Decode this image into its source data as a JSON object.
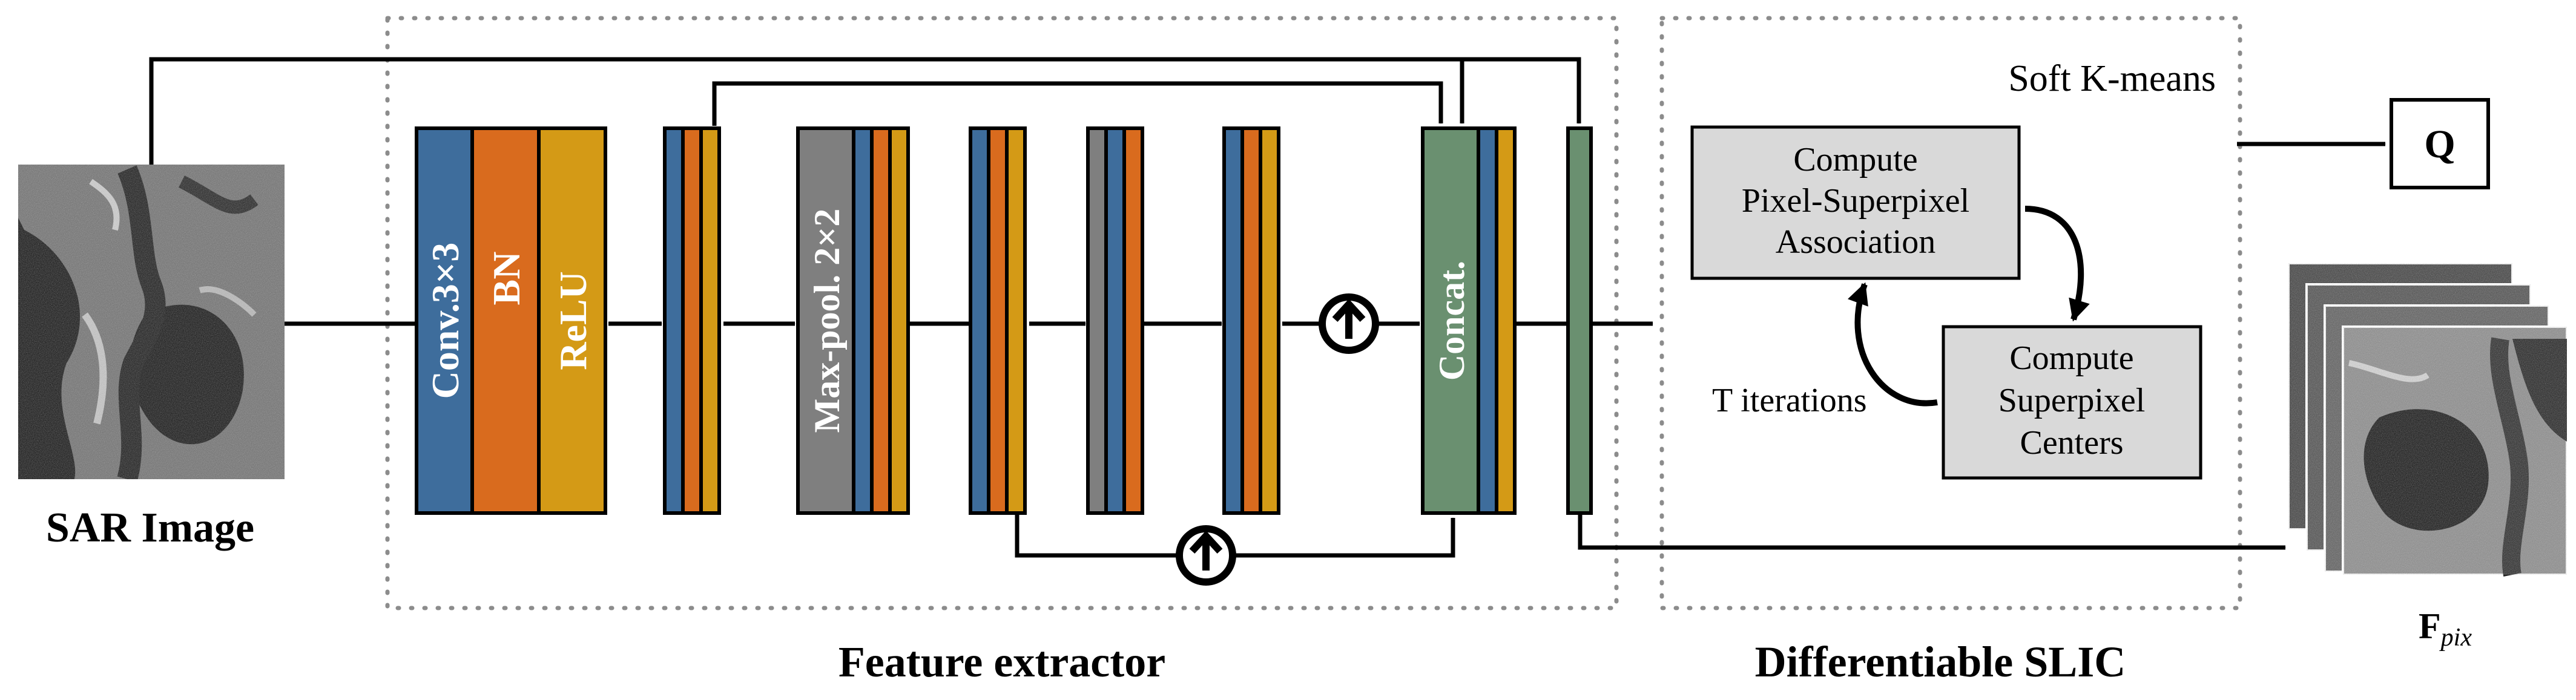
{
  "input": {
    "caption": "SAR Image"
  },
  "feature_extractor": {
    "caption": "Feature extractor",
    "conv_label": "Conv.3×3",
    "bn_label": "BN",
    "relu_label": "ReLU",
    "maxpool_label": "Max-pool. 2×2",
    "concat_label": "Concat."
  },
  "slic": {
    "caption": "Differentiable SLIC",
    "kmeans_label": "Soft K-means",
    "assoc_lines": [
      "Compute",
      "Pixel-Superpixel",
      "Association"
    ],
    "centers_lines": [
      "Compute",
      "Superpixel",
      "Centers"
    ],
    "iterations_label": "T iterations"
  },
  "outputs": {
    "q_label": "Q",
    "fpix_main": "F",
    "fpix_sub": "pix"
  },
  "colors": {
    "conv_blue": "#3e6d9c",
    "bn_orange": "#d96b1e",
    "relu_gold": "#d49a16",
    "maxpool_gray": "#7f7f7f",
    "concat_green": "#6a9070",
    "box_gray": "#d9d9d9",
    "line_black": "#000000",
    "dotted_gray": "#8c8c8c"
  },
  "icons": [
    "upsample-icon",
    "sar-image",
    "feature-map-stack"
  ]
}
